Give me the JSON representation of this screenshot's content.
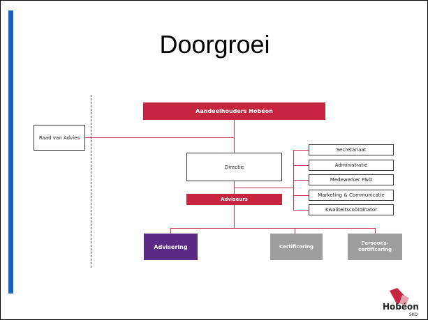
{
  "slide": {
    "title": "Doorgroei"
  },
  "org": {
    "shareholders": "Aandeelhouders Hobéon",
    "advisory_board": "Raad van Advies",
    "directorate": "Directie",
    "advisors": "Adviseurs",
    "staff": [
      "Secretariaat",
      "Administratie",
      "Medewerker P&O",
      "Marketing & Communicatie",
      "Kwaliteitscoördinator"
    ],
    "units": [
      "Advisering",
      "Certificering",
      "Persoons-\ncertificering"
    ]
  },
  "logo": {
    "name": "Hobéon",
    "sub": "SKO"
  },
  "colors": {
    "accent_blue": "#1565c0",
    "brand_red": "#c6233f",
    "purple": "#5b2a86",
    "gray": "#9e9e9e",
    "line": "#c23550"
  }
}
